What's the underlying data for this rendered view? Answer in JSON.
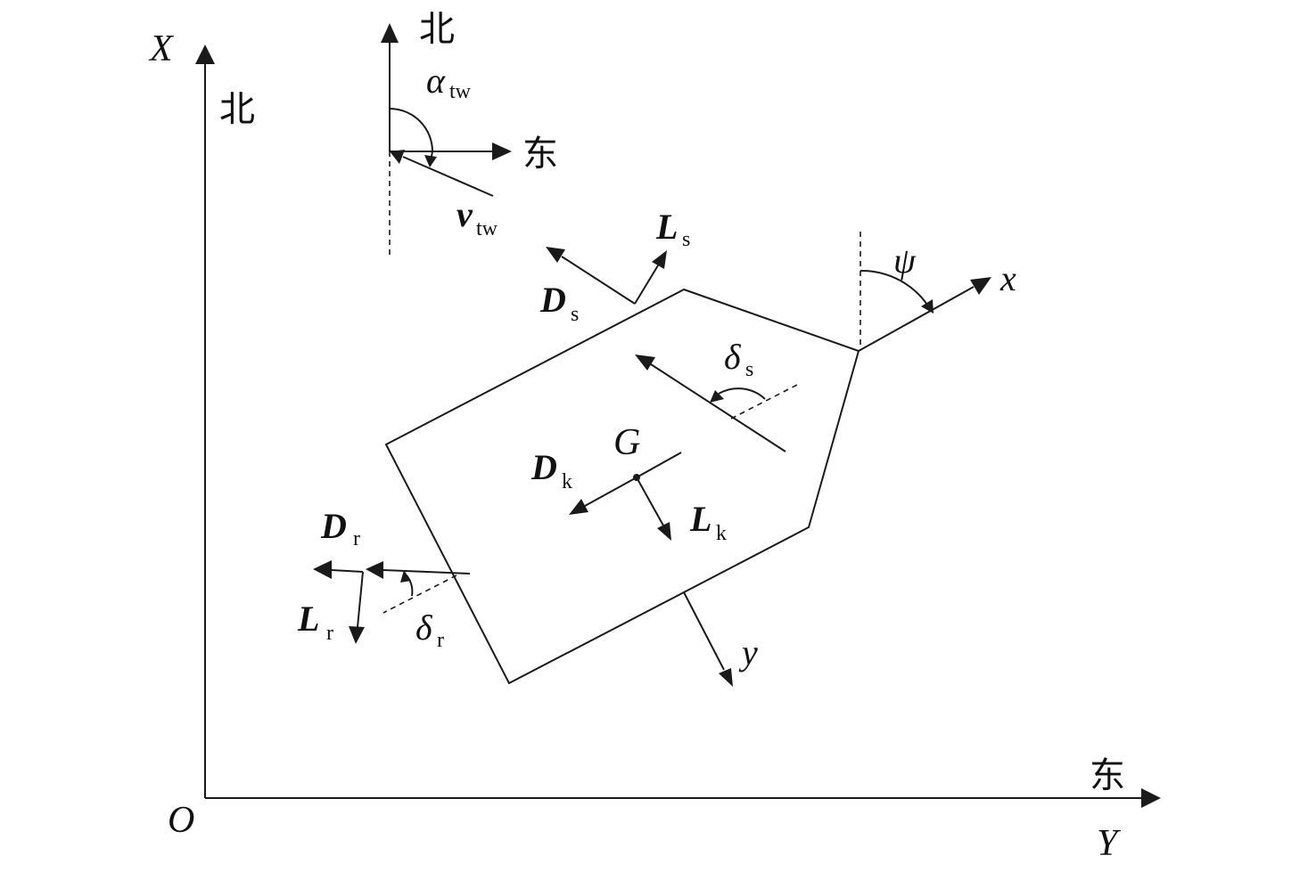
{
  "axes": {
    "X": "X",
    "Y": "Y",
    "O": "O",
    "north_main": "北",
    "east_main": "东"
  },
  "wind": {
    "north": "北",
    "east": "东",
    "alpha": "α",
    "alpha_sub": "tw",
    "v": "v",
    "v_sub": "tw"
  },
  "forces": {
    "Ls": "L",
    "Ls_sub": "s",
    "Ds": "D",
    "Ds_sub": "s",
    "delta_s": "δ",
    "delta_s_sub": "s",
    "G": "G",
    "Dk": "D",
    "Dk_sub": "k",
    "Lk": "L",
    "Lk_sub": "k",
    "Dr": "D",
    "Dr_sub": "r",
    "Lr": "L",
    "Lr_sub": "r",
    "delta_r": "δ",
    "delta_r_sub": "r",
    "psi": "ψ",
    "x": "x",
    "y": "y"
  }
}
